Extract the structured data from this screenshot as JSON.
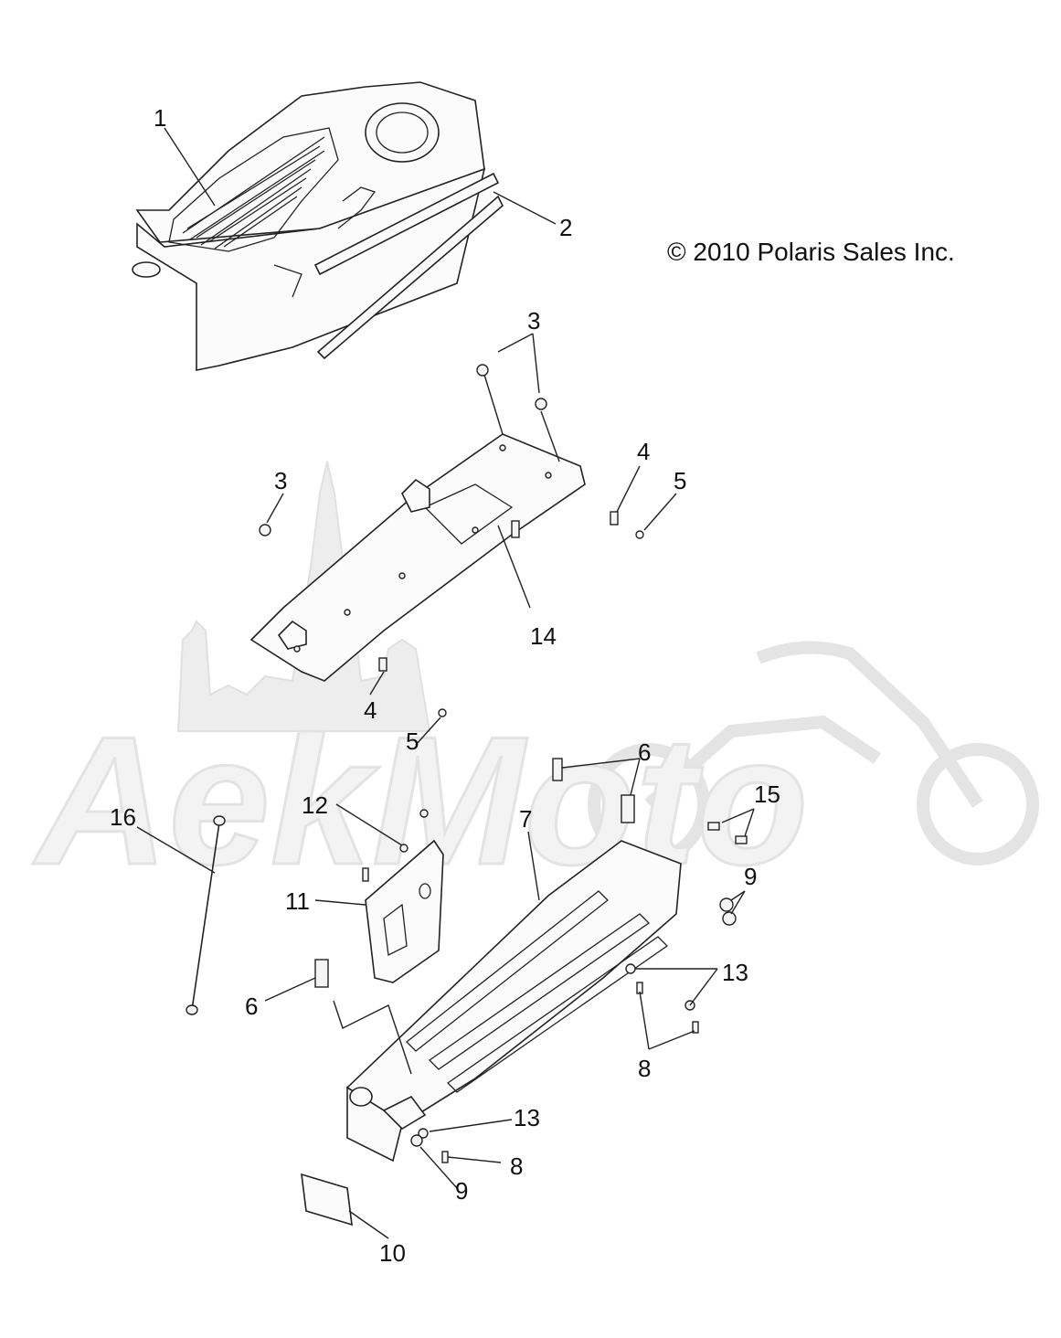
{
  "copyright": "© 2010 Polaris Sales Inc.",
  "watermark": {
    "text": "AekMoto",
    "color": "#e6e6e6"
  },
  "callouts": [
    {
      "id": "c1",
      "label": "1"
    },
    {
      "id": "c2",
      "label": "2"
    },
    {
      "id": "c3a",
      "label": "3"
    },
    {
      "id": "c3b",
      "label": "3"
    },
    {
      "id": "c4a",
      "label": "4"
    },
    {
      "id": "c5a",
      "label": "5"
    },
    {
      "id": "c14",
      "label": "14"
    },
    {
      "id": "c4b",
      "label": "4"
    },
    {
      "id": "c5b",
      "label": "5"
    },
    {
      "id": "c6a",
      "label": "6"
    },
    {
      "id": "c12",
      "label": "12"
    },
    {
      "id": "c7",
      "label": "7"
    },
    {
      "id": "c15",
      "label": "15"
    },
    {
      "id": "c16",
      "label": "16"
    },
    {
      "id": "c11",
      "label": "11"
    },
    {
      "id": "c9a",
      "label": "9"
    },
    {
      "id": "c6b",
      "label": "6"
    },
    {
      "id": "c13a",
      "label": "13"
    },
    {
      "id": "c8a",
      "label": "8"
    },
    {
      "id": "c13b",
      "label": "13"
    },
    {
      "id": "c8b",
      "label": "8"
    },
    {
      "id": "c9b",
      "label": "9"
    },
    {
      "id": "c10",
      "label": "10"
    }
  ]
}
